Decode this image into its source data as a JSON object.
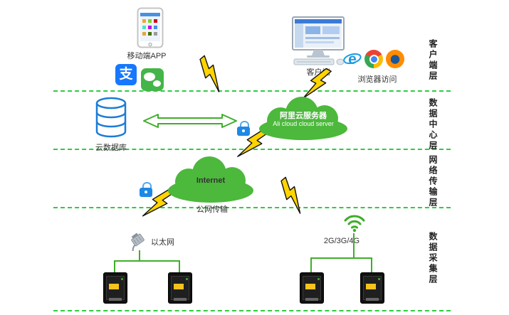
{
  "layers": [
    {
      "label": "客户端层"
    },
    {
      "label": "数据中心层"
    },
    {
      "label": "网络传输层"
    },
    {
      "label": "数据采集层"
    }
  ],
  "client_layer": {
    "mobile_app_label": "移动端APP",
    "alipay_glyph": "支",
    "client_label": "客户端",
    "browser_label": "浏览器访问"
  },
  "datacenter_layer": {
    "cloud_db_label": "云数据库",
    "ali_cloud_name_cn": "阿里云服务器",
    "ali_cloud_name_en": "Ali cloud cloud server"
  },
  "network_layer": {
    "internet_label": "Internet",
    "public_transfer_label": "公网传输"
  },
  "acquisition_layer": {
    "ethernet_label": "以太网",
    "cellular_label": "2G/3G/4G"
  },
  "icons": {
    "phone-icon": "smartphone with app grid",
    "alipay-icon": "blue rounded square with 支",
    "wechat-icon": "green rounded square chat bubbles",
    "desktop-icon": "desktop computer with keyboard and mouse",
    "ie-icon": "internet explorer blue e",
    "chrome-icon": "chrome colored circle",
    "firefox-icon": "firefox orange circle",
    "database-icon": "stacked blue cylinders",
    "cloud-icon": "green cloud",
    "lock-icon": "blue padlock",
    "lightning-icon": "yellow lightning bolt connector",
    "double-arrow-icon": "green hollow double-headed arrow",
    "ethernet-plug-icon": "gray network connector",
    "wifi-icon": "green wifi signal arcs",
    "device-icon": "black data acquisition device"
  },
  "colors": {
    "cloud_green": "#4cb83c",
    "line_green": "#3fae29",
    "dash_green": "#2ecc40",
    "bolt_yellow": "#ffd400",
    "lock_blue": "#1e88e5",
    "db_blue": "#1c7cd6",
    "text": "#333333"
  }
}
